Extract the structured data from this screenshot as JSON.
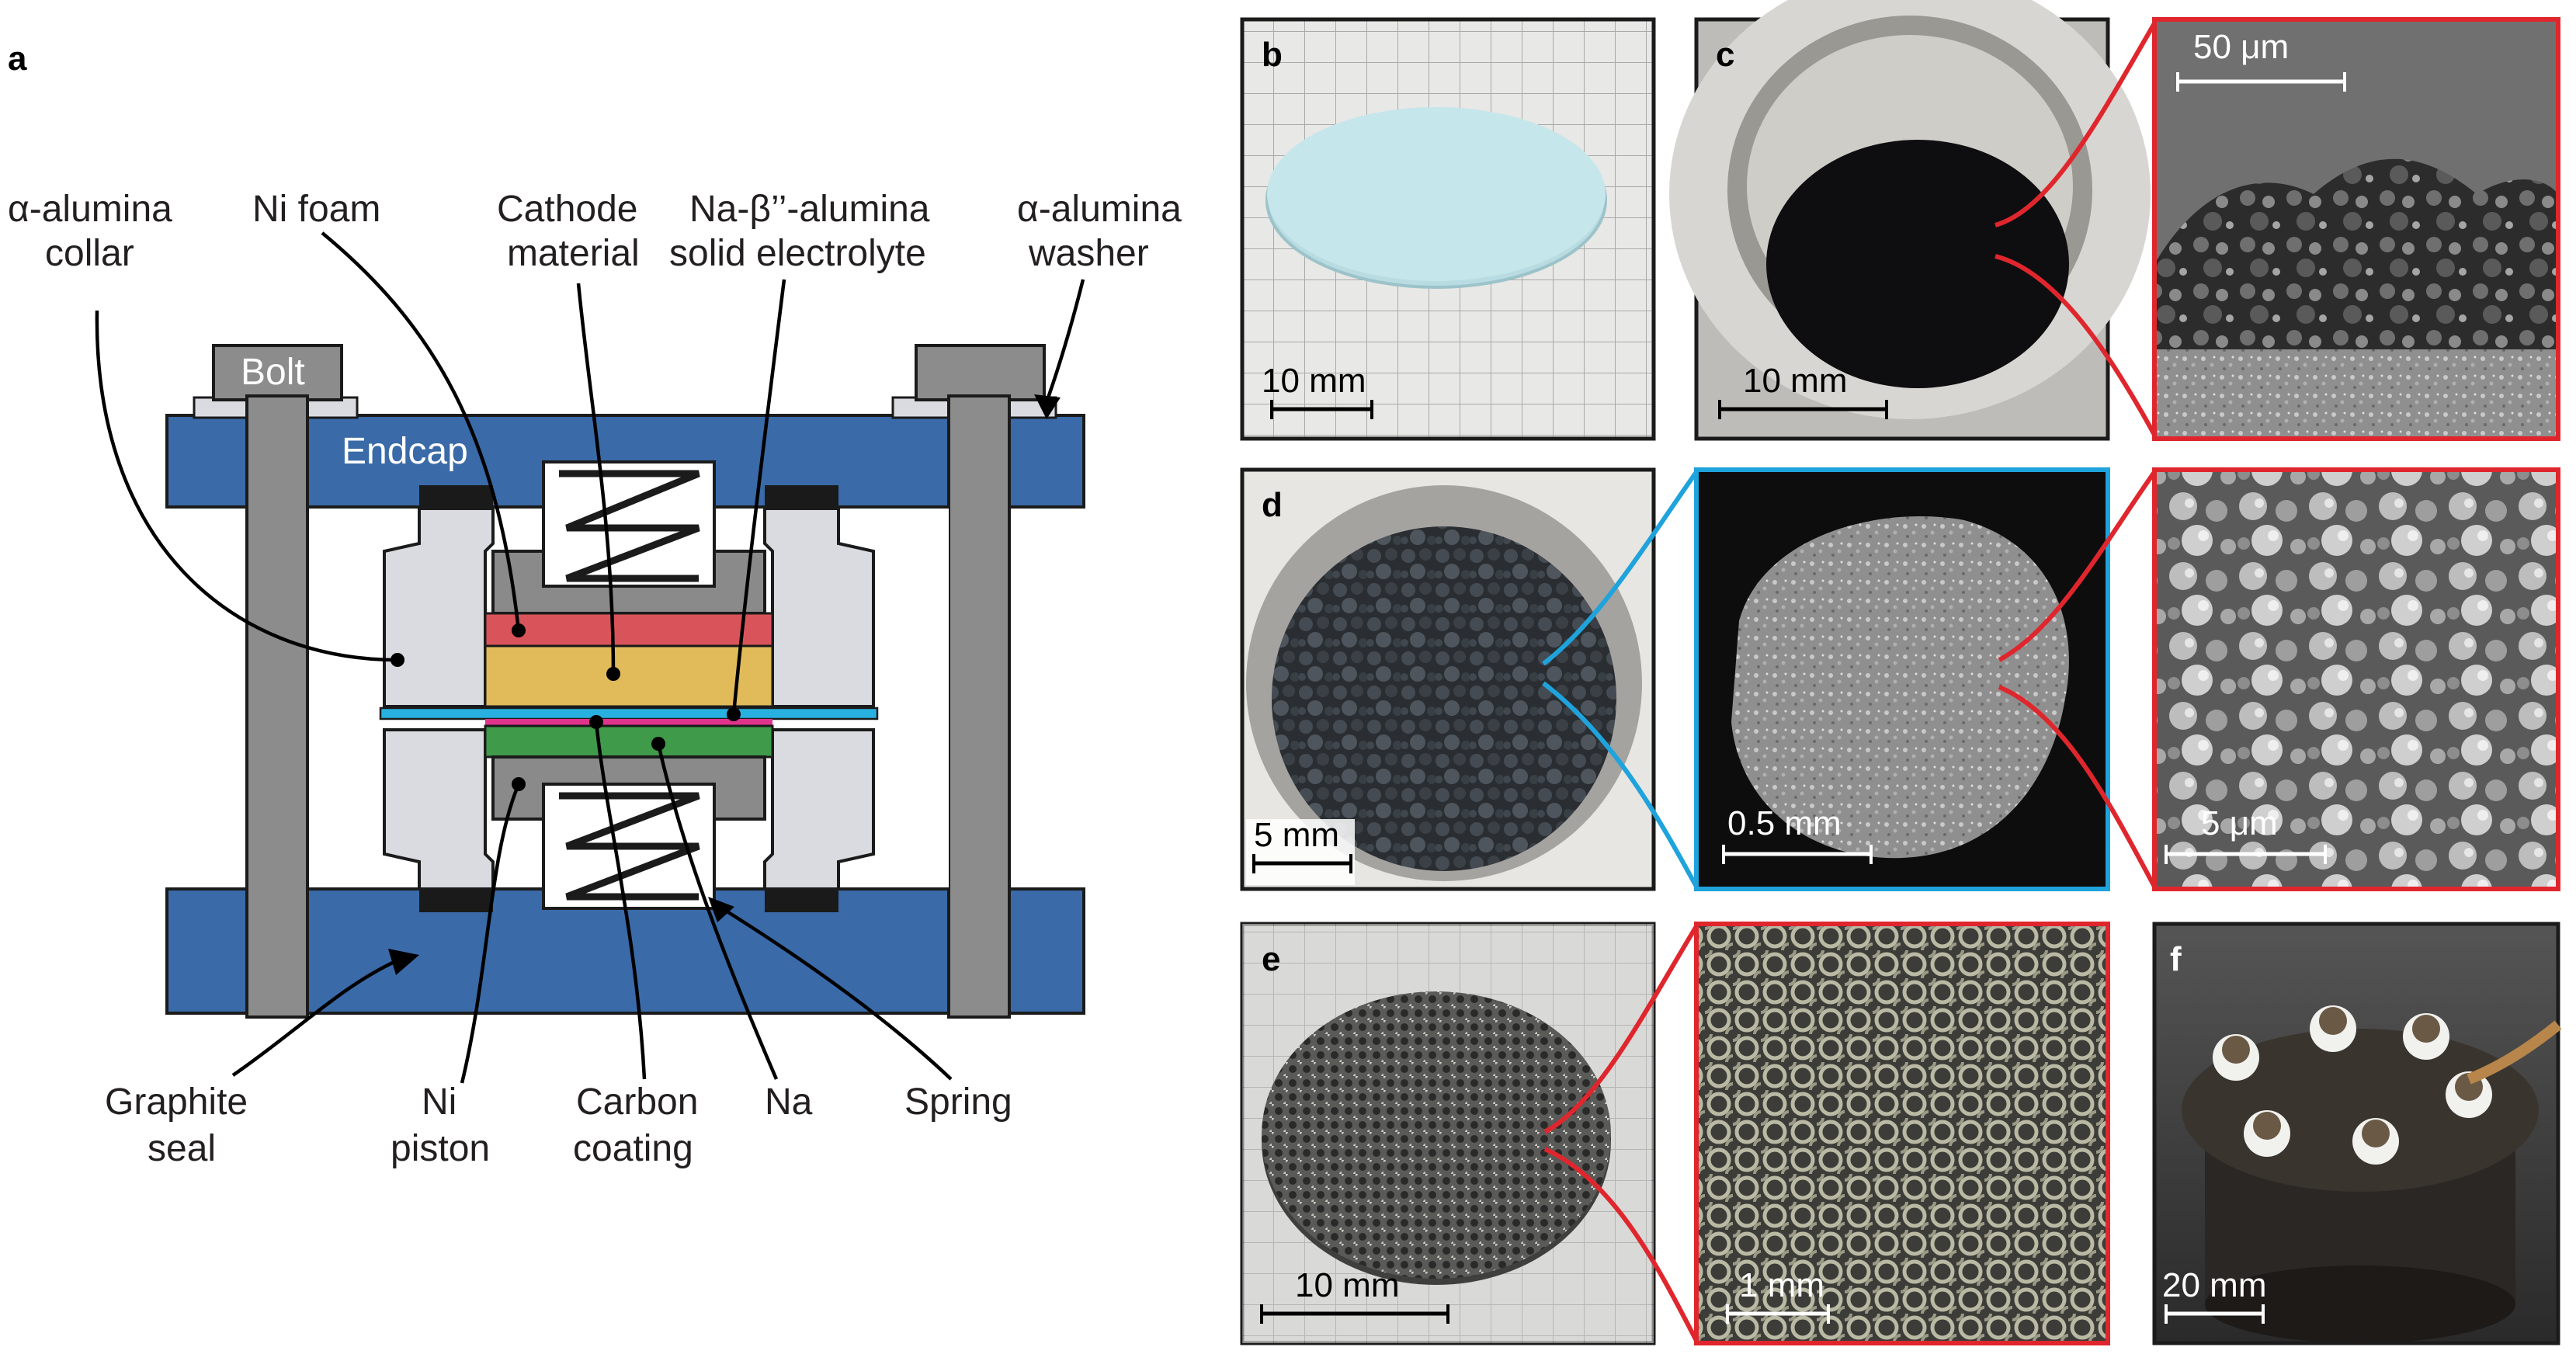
{
  "panel_a": {
    "letter": "a",
    "labels": {
      "alumina_collar_1": "α-alumina",
      "alumina_collar_2": "collar",
      "ni_foam": "Ni foam",
      "cathode_1": "Cathode",
      "cathode_2": "material",
      "electrolyte_1": "Na-β’’-alumina",
      "electrolyte_2": "solid electrolyte",
      "washer_1": "α-alumina",
      "washer_2": "washer",
      "bolt": "Bolt",
      "endcap": "Endcap",
      "graphite_1": "Graphite",
      "graphite_2": "seal",
      "piston_1": "Ni",
      "piston_2": "piston",
      "carbon_1": "Carbon",
      "carbon_2": "coating",
      "na": "Na",
      "spring": "Spring"
    },
    "colors": {
      "endcap": "#3a6aa8",
      "bolt": "#8c8c8c",
      "collar": "#d9dbe0",
      "ni_piston": "#8a8a8a",
      "graphite_seal": "#1a1a1a",
      "ni_foam": "#d9545a",
      "cathode": "#e1bb5a",
      "electrolyte": "#28b0e0",
      "carbon_coating": "#e0338c",
      "sodium": "#3f9a4a"
    }
  },
  "panels": {
    "b": {
      "letter": "b",
      "scale": "10 mm"
    },
    "c": {
      "letter": "c",
      "scale": "10 mm"
    },
    "c_sem": {
      "scale": "50 μm"
    },
    "d": {
      "letter": "d",
      "scale": "5 mm"
    },
    "d_sem1": {
      "scale": "0.5 mm"
    },
    "d_sem2": {
      "scale": "5 μm"
    },
    "e": {
      "letter": "e",
      "scale": "10 mm"
    },
    "e_zoom": {
      "scale": "1 mm"
    },
    "f": {
      "letter": "f",
      "scale": "20 mm"
    }
  },
  "callout_colors": {
    "red": "#e0262d",
    "blue": "#1fa3dc"
  }
}
